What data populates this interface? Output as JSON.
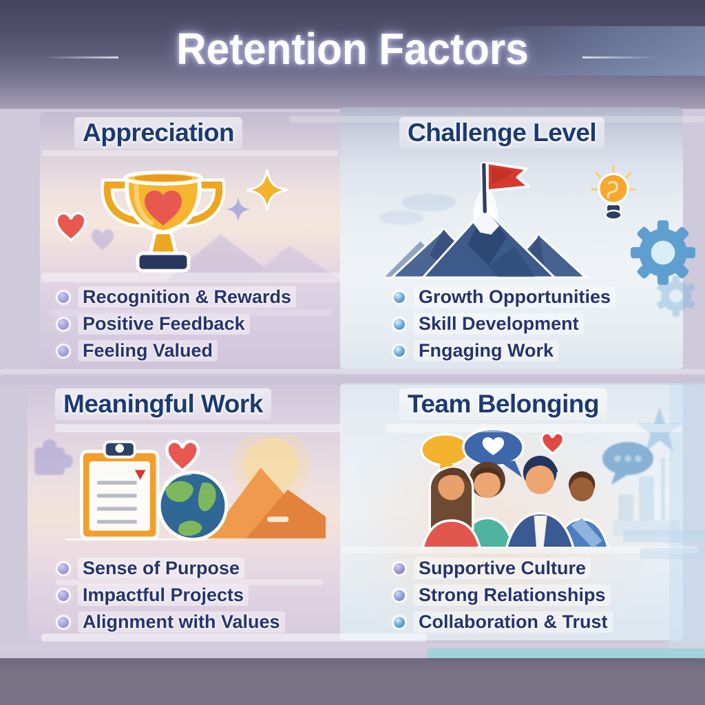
{
  "title": "Retention Factors",
  "sections": {
    "appreciation": {
      "heading": "Appreciation",
      "icon": "trophy-with-heart",
      "items": [
        "Recognition & Rewards",
        "Positive Feedback",
        "Feeling Valued"
      ]
    },
    "challenge": {
      "heading": "Challenge Level",
      "icon": "mountain-with-flag",
      "items": [
        "Growth Opportunities",
        "Skill Development",
        "Fngaging Work"
      ]
    },
    "meaningful": {
      "heading": "Meaningful Work",
      "icon": "clipboard-heart-globe",
      "items": [
        "Sense of Purpose",
        "Impactful Projects",
        "Alignment with Values"
      ]
    },
    "team": {
      "heading": "Team Belonging",
      "icon": "people-with-speech-bubbles",
      "items": [
        "Supportive Culture",
        "Strong Relationships",
        "Collaboration & Trust"
      ]
    }
  },
  "decor_icons": [
    "heart-icon",
    "sparkle-icon",
    "lightbulb-icon",
    "gear-icon",
    "sun-icon",
    "puzzle-icon",
    "speech-bubble-ellipsis-icon",
    "star-icon",
    "bar-chart-icon"
  ],
  "colors": {
    "title_text": "#ffffff",
    "heading_text": "#1c3a73",
    "bullet_text": "#25336e",
    "header_band": "#4c4b66",
    "footer_band": "#7a7287",
    "bullet_dot_lavender": "#9e9cdb",
    "bullet_dot_blue": "#5b9bd5",
    "trophy_gold": "#f6b52e",
    "heart_red": "#e85750",
    "flag_red": "#d63a2e",
    "mountain_blue": "#3d5a8a",
    "lightbulb_yellow": "#f5a82c",
    "gear_blue": "#5f9fd0",
    "clipboard_orange": "#f59d2a",
    "globe_blue": "#2f6795",
    "globe_land_green": "#7db85e",
    "teal_streak": "#9ad2d8"
  }
}
